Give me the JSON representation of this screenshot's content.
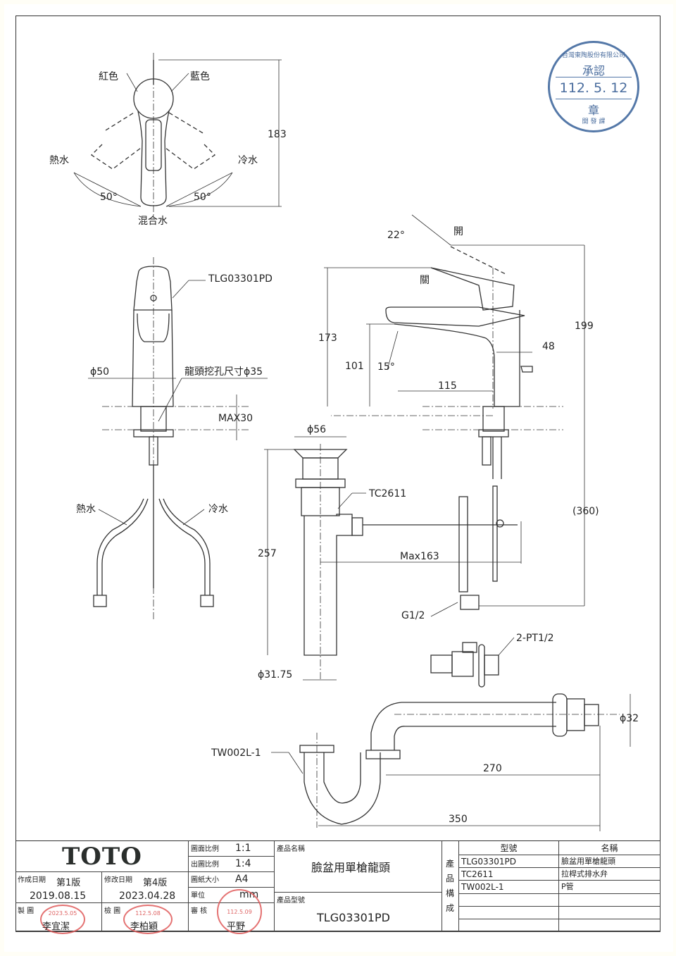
{
  "approval_stamp": {
    "company": "台灣東陶股份有限公司",
    "title": "承認",
    "date": "112. 5. 12",
    "seal": "章",
    "dept": "開 發 課"
  },
  "front_view": {
    "handle_left_label": "紅色",
    "handle_right_label": "藍色",
    "hot_label": "熱水",
    "cold_label": "冷水",
    "mixed_label": "混合水",
    "angle_left": "50°",
    "angle_right": "50°",
    "height_dim": "183"
  },
  "body_view": {
    "model_callout": "TLG03301PD",
    "diameter_dim": "ϕ50",
    "hole_size": "龍頭挖孔尺寸ϕ35",
    "max_thickness": "MAX30",
    "hot_hose": "熱水",
    "cold_hose": "冷水"
  },
  "side_view": {
    "open_label": "開",
    "closed_label": "關",
    "lever_angle": "22°",
    "spout_angle": "15°",
    "spout_height": "173",
    "outlet_height": "101",
    "total_height": "199",
    "reach": "115",
    "lever_offset": "48",
    "supply_length": "(360)",
    "supply_thread": "G1/2"
  },
  "drain_view": {
    "plug_diameter": "ϕ56",
    "model_callout": "TC2611",
    "height": "257",
    "max_rod": "Max163",
    "tail_diameter": "ϕ31.75"
  },
  "valve_view": {
    "thread": "2-PT1/2"
  },
  "trap_view": {
    "model_callout": "TW002L-1",
    "outlet_diameter": "ϕ32",
    "arm_length": "270",
    "total_length": "350"
  },
  "title_block": {
    "brand": "TOTO",
    "drawing_scale_caption": "圖面比例",
    "drawing_scale": "1:1",
    "output_scale_caption": "出圖比例",
    "output_scale": "1:4",
    "paper_size_caption": "圖紙大小",
    "paper_size": "A4",
    "unit_caption": "單位",
    "unit": "mm",
    "created_caption": "作成日期",
    "created_edition": "第1版",
    "created_date": "2019.08.15",
    "modified_caption": "修改日期",
    "modified_edition": "第4版",
    "modified_date": "2023.04.28",
    "drafter_caption": "製 圖",
    "drafter": "李宜潔",
    "drafter_stamp_date": "2023.5.05",
    "checker_caption": "檢 圖",
    "checker": "李柏穎",
    "checker_stamp_date": "112.5.08",
    "reviewer_caption": "審 核",
    "reviewer": "平野",
    "reviewer_stamp_date": "112.5.09",
    "product_name_caption": "產品名稱",
    "product_name": "臉盆用單槍龍頭",
    "product_model_caption": "產品型號",
    "product_model": "TLG03301PD",
    "composition_caption": "產品構成",
    "composition_headers": [
      "型號",
      "名稱"
    ],
    "composition_rows": [
      {
        "model": "TLG03301PD",
        "name": "臉盆用單槍龍頭"
      },
      {
        "model": "TC2611",
        "name": "拉桿式排水弁"
      },
      {
        "model": "TW002L-1",
        "name": "P管"
      },
      {
        "model": "",
        "name": ""
      },
      {
        "model": "",
        "name": ""
      },
      {
        "model": "",
        "name": ""
      }
    ]
  }
}
